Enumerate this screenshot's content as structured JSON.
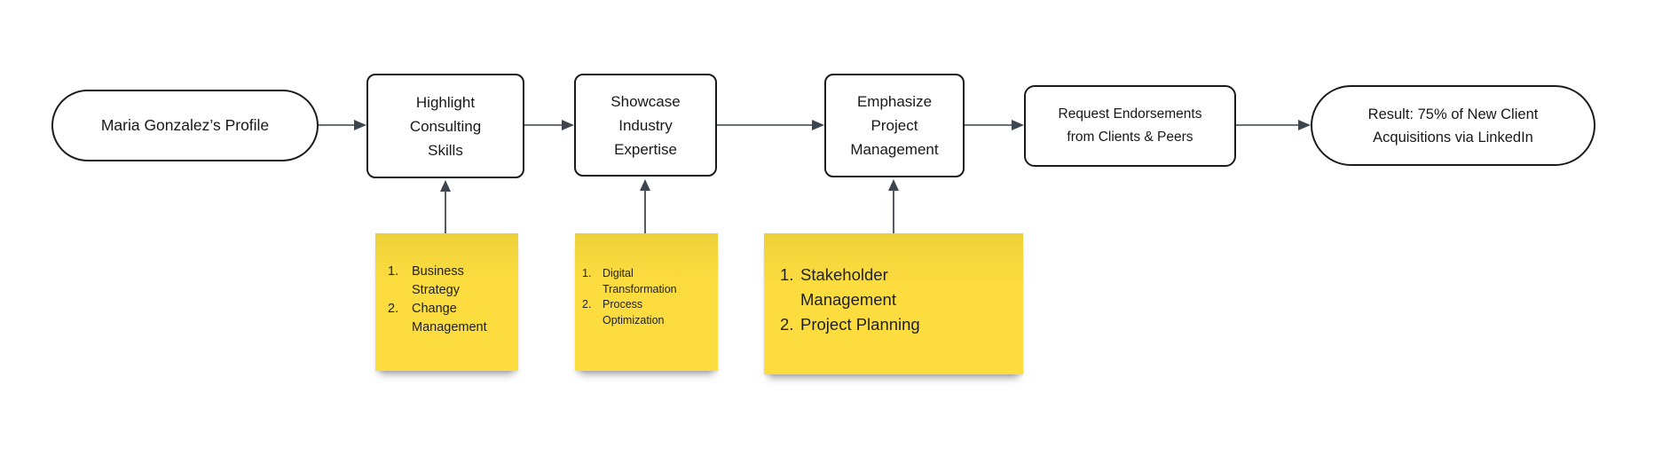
{
  "colors": {
    "background": "#ffffff",
    "node_border": "#191b1e",
    "sticky_yellow": "#fcdc3e",
    "arrow": "#3d454f"
  },
  "nodes": {
    "start": {
      "label": "Maria Gonzalez’s Profile"
    },
    "step1": {
      "label": "Highlight\nConsulting\nSkills"
    },
    "step2": {
      "label": "Showcase\nIndustry\nExpertise"
    },
    "step3": {
      "label": "Emphasize\nProject\nManagement"
    },
    "step4": {
      "label": "Request Endorsements\nfrom Clients & Peers"
    },
    "result": {
      "label": "Result: 75% of New Client\nAcquisitions via LinkedIn"
    }
  },
  "notes": [
    {
      "items": [
        {
          "num": "1.",
          "lines": [
            "Business",
            "Strategy"
          ]
        },
        {
          "num": "2.",
          "lines": [
            "Change",
            "Management"
          ]
        }
      ]
    },
    {
      "items": [
        {
          "num": "1.",
          "lines": [
            "Digital",
            "Transformation"
          ]
        },
        {
          "num": "2.",
          "lines": [
            "Process",
            "Optimization"
          ]
        }
      ]
    },
    {
      "items": [
        {
          "num": "1.",
          "lines": [
            "Stakeholder",
            "Management"
          ]
        },
        {
          "num": "2.",
          "lines": [
            "Project Planning"
          ]
        }
      ]
    }
  ]
}
